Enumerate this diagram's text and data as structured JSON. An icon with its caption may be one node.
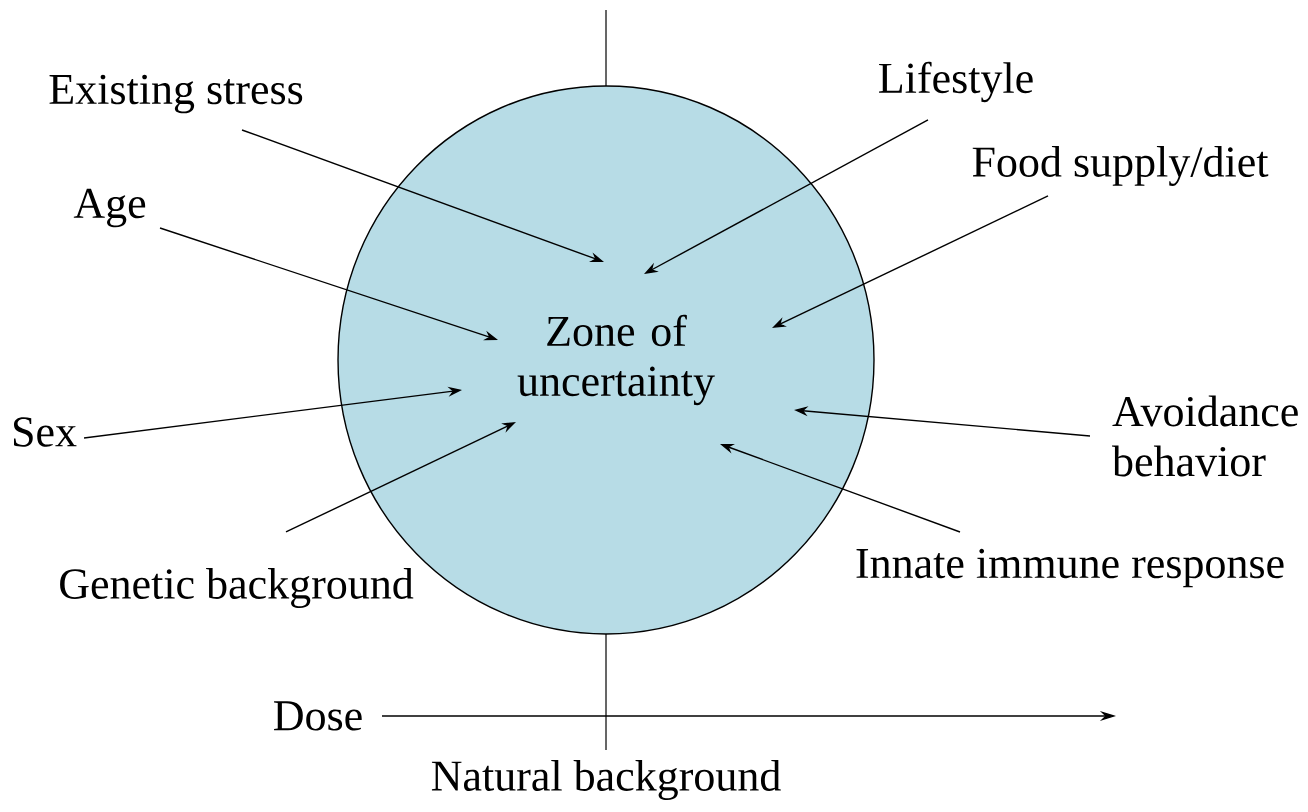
{
  "diagram": {
    "nodes": [
      {
        "text": [
          "Zone of uncertainty"
        ]
      },
      {
        "text": [
          "Existing stress"
        ]
      },
      {
        "text": [
          "Lifestyle"
        ]
      },
      {
        "text": [
          "Age"
        ]
      },
      {
        "text": [
          "Food supply/diet"
        ]
      },
      {
        "text": [
          "Sex"
        ]
      },
      {
        "text": [
          "Avoidance behavior"
        ]
      },
      {
        "text": [
          "Genetic background"
        ]
      },
      {
        "text": [
          "Innate immune response"
        ]
      }
    ],
    "edges": [
      {
        "from": 1,
        "to": 0,
        "arrow": "to"
      },
      {
        "from": 2,
        "to": 0,
        "arrow": "to"
      },
      {
        "from": 3,
        "to": 0,
        "arrow": "to"
      },
      {
        "from": 4,
        "to": 0,
        "arrow": "to"
      },
      {
        "from": 5,
        "to": 0,
        "arrow": "to"
      },
      {
        "from": 6,
        "to": 0,
        "arrow": "to"
      },
      {
        "from": 7,
        "to": 0,
        "arrow": "to"
      },
      {
        "from": 8,
        "to": 0,
        "arrow": "to"
      }
    ],
    "labels": [
      "Dose",
      "Natural background"
    ]
  }
}
